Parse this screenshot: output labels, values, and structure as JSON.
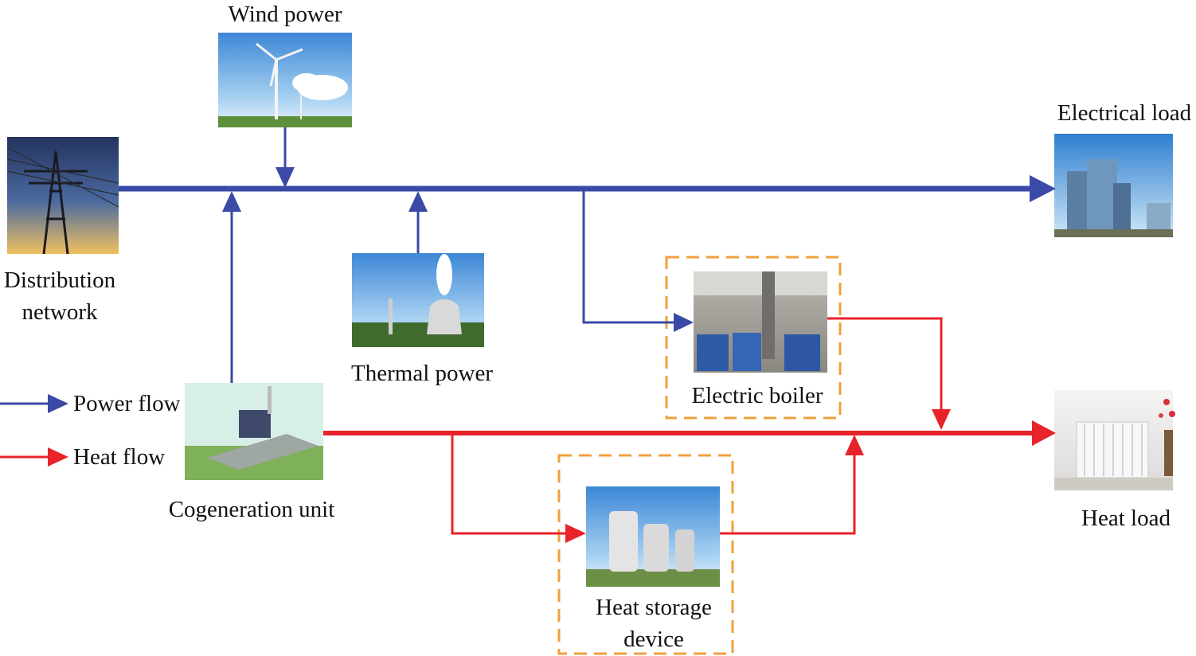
{
  "nodes": {
    "wind_power": {
      "label": "Wind power",
      "icon": "wind-turbine-photo"
    },
    "distribution_network": {
      "label_line1": "Distribution",
      "label_line2": "network",
      "icon": "transmission-tower-photo"
    },
    "thermal_power": {
      "label": "Thermal power",
      "icon": "cooling-tower-photo"
    },
    "electrical_load": {
      "label": "Electrical load",
      "icon": "city-buildings-photo"
    },
    "electric_boiler": {
      "label": "Electric boiler",
      "icon": "boiler-room-photo"
    },
    "cogeneration_unit": {
      "label": "Cogeneration unit",
      "icon": "chp-plant-photo"
    },
    "heat_storage_device": {
      "label_line1": "Heat storage",
      "label_line2": "device",
      "icon": "storage-tanks-photo"
    },
    "heat_load": {
      "label": "Heat load",
      "icon": "radiator-photo"
    }
  },
  "legend": {
    "power_flow": "Power flow",
    "heat_flow": "Heat flow"
  },
  "colors": {
    "power_flow": "#3a4aa6",
    "heat_flow": "#e8232a",
    "dashed_box": "#f0a03c"
  }
}
